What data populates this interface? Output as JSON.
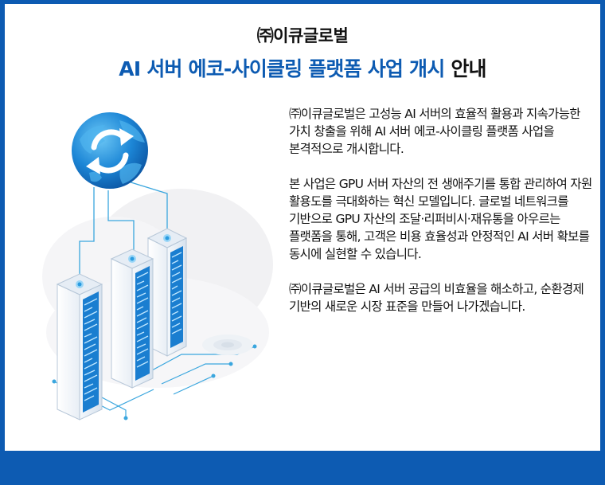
{
  "header": {
    "company": "㈜이큐글로벌",
    "headline_blue": "AI 서버 에코-사이클링 플랫폼 사업 개시",
    "headline_dark": "안내"
  },
  "body": {
    "paragraphs": [
      "㈜이큐글로벌은 고성능 AI 서버의 효율적 활용과 지속가능한 가치 창출을 위해 AI 서버 에코-사이클링 플랫폼 사업을 본격적으로 개시합니다.",
      "본 사업은 GPU 서버 자산의 전 생애주기를 통합 관리하여 자원 활용도를 극대화하는 혁신 모델입니다. 글로벌 네트워크를 기반으로 GPU 자산의 조달·리퍼비시·재유통을 아우르는 플랫폼을 통해, 고객은 비용 효율성과 안정적인 AI 서버 확보를 동시에 실현할 수 있습니다.",
      "㈜이큐글로벌은 AI 서버 공급의 비효율을 해소하고, 순환경제 기반의 새로운 시장 표준을 만들어 나가겠습니다."
    ]
  },
  "illustration": {
    "icons": [
      "globe-recycle-icon",
      "server-rack-icon"
    ],
    "colors": {
      "brand": "#0d5bb2",
      "accent": "#29a6e0",
      "globe": "#1c86d6"
    }
  }
}
